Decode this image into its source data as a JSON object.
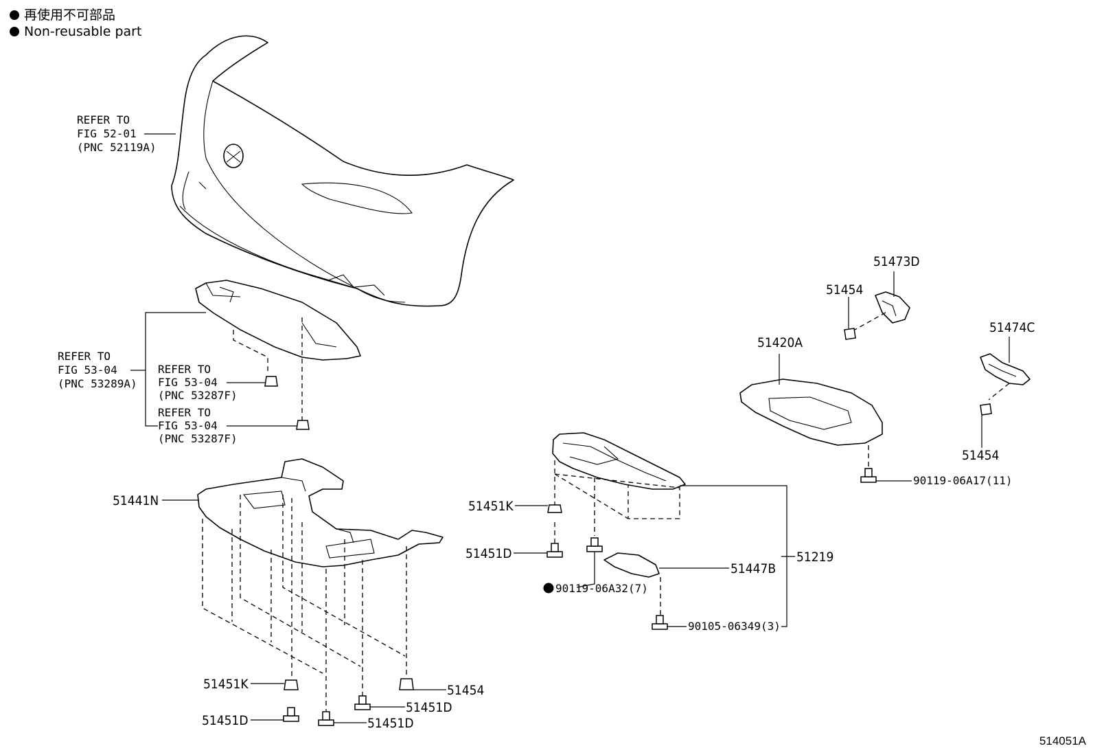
{
  "legend": {
    "line1": "再使用不可部品",
    "line2": "Non-reusable part"
  },
  "figure_id": "514051A",
  "refs": {
    "bumper": [
      "REFER TO",
      "FIG 52-01",
      "(PNC 52119A)"
    ],
    "cover": [
      "REFER TO",
      "FIG 53-04",
      "(PNC 53289A)"
    ],
    "clip1": [
      "REFER TO",
      "FIG 53-04",
      "(PNC 53287F)"
    ],
    "clip2": [
      "REFER TO",
      "FIG 53-04",
      "(PNC 53287F)"
    ]
  },
  "parts": {
    "p51441N": "51441N",
    "p51451K_a": "51451K",
    "p51451D_a": "51451D",
    "p51451D_b": "51451D",
    "p51451D_c": "51451D",
    "p51454_a": "51454",
    "p51451K_b": "51451K",
    "p51451D_d": "51451D",
    "p90119_06A32": "90119-06A32(7)",
    "p51447B": "51447B",
    "p51219": "51219",
    "p90105": "90105-06349(3)",
    "p51420A": "51420A",
    "p90119_06A17": "90119-06A17(11)",
    "p51473D": "51473D",
    "p51454_b": "51454",
    "p51474C": "51474C",
    "p51454_c": "51454"
  }
}
